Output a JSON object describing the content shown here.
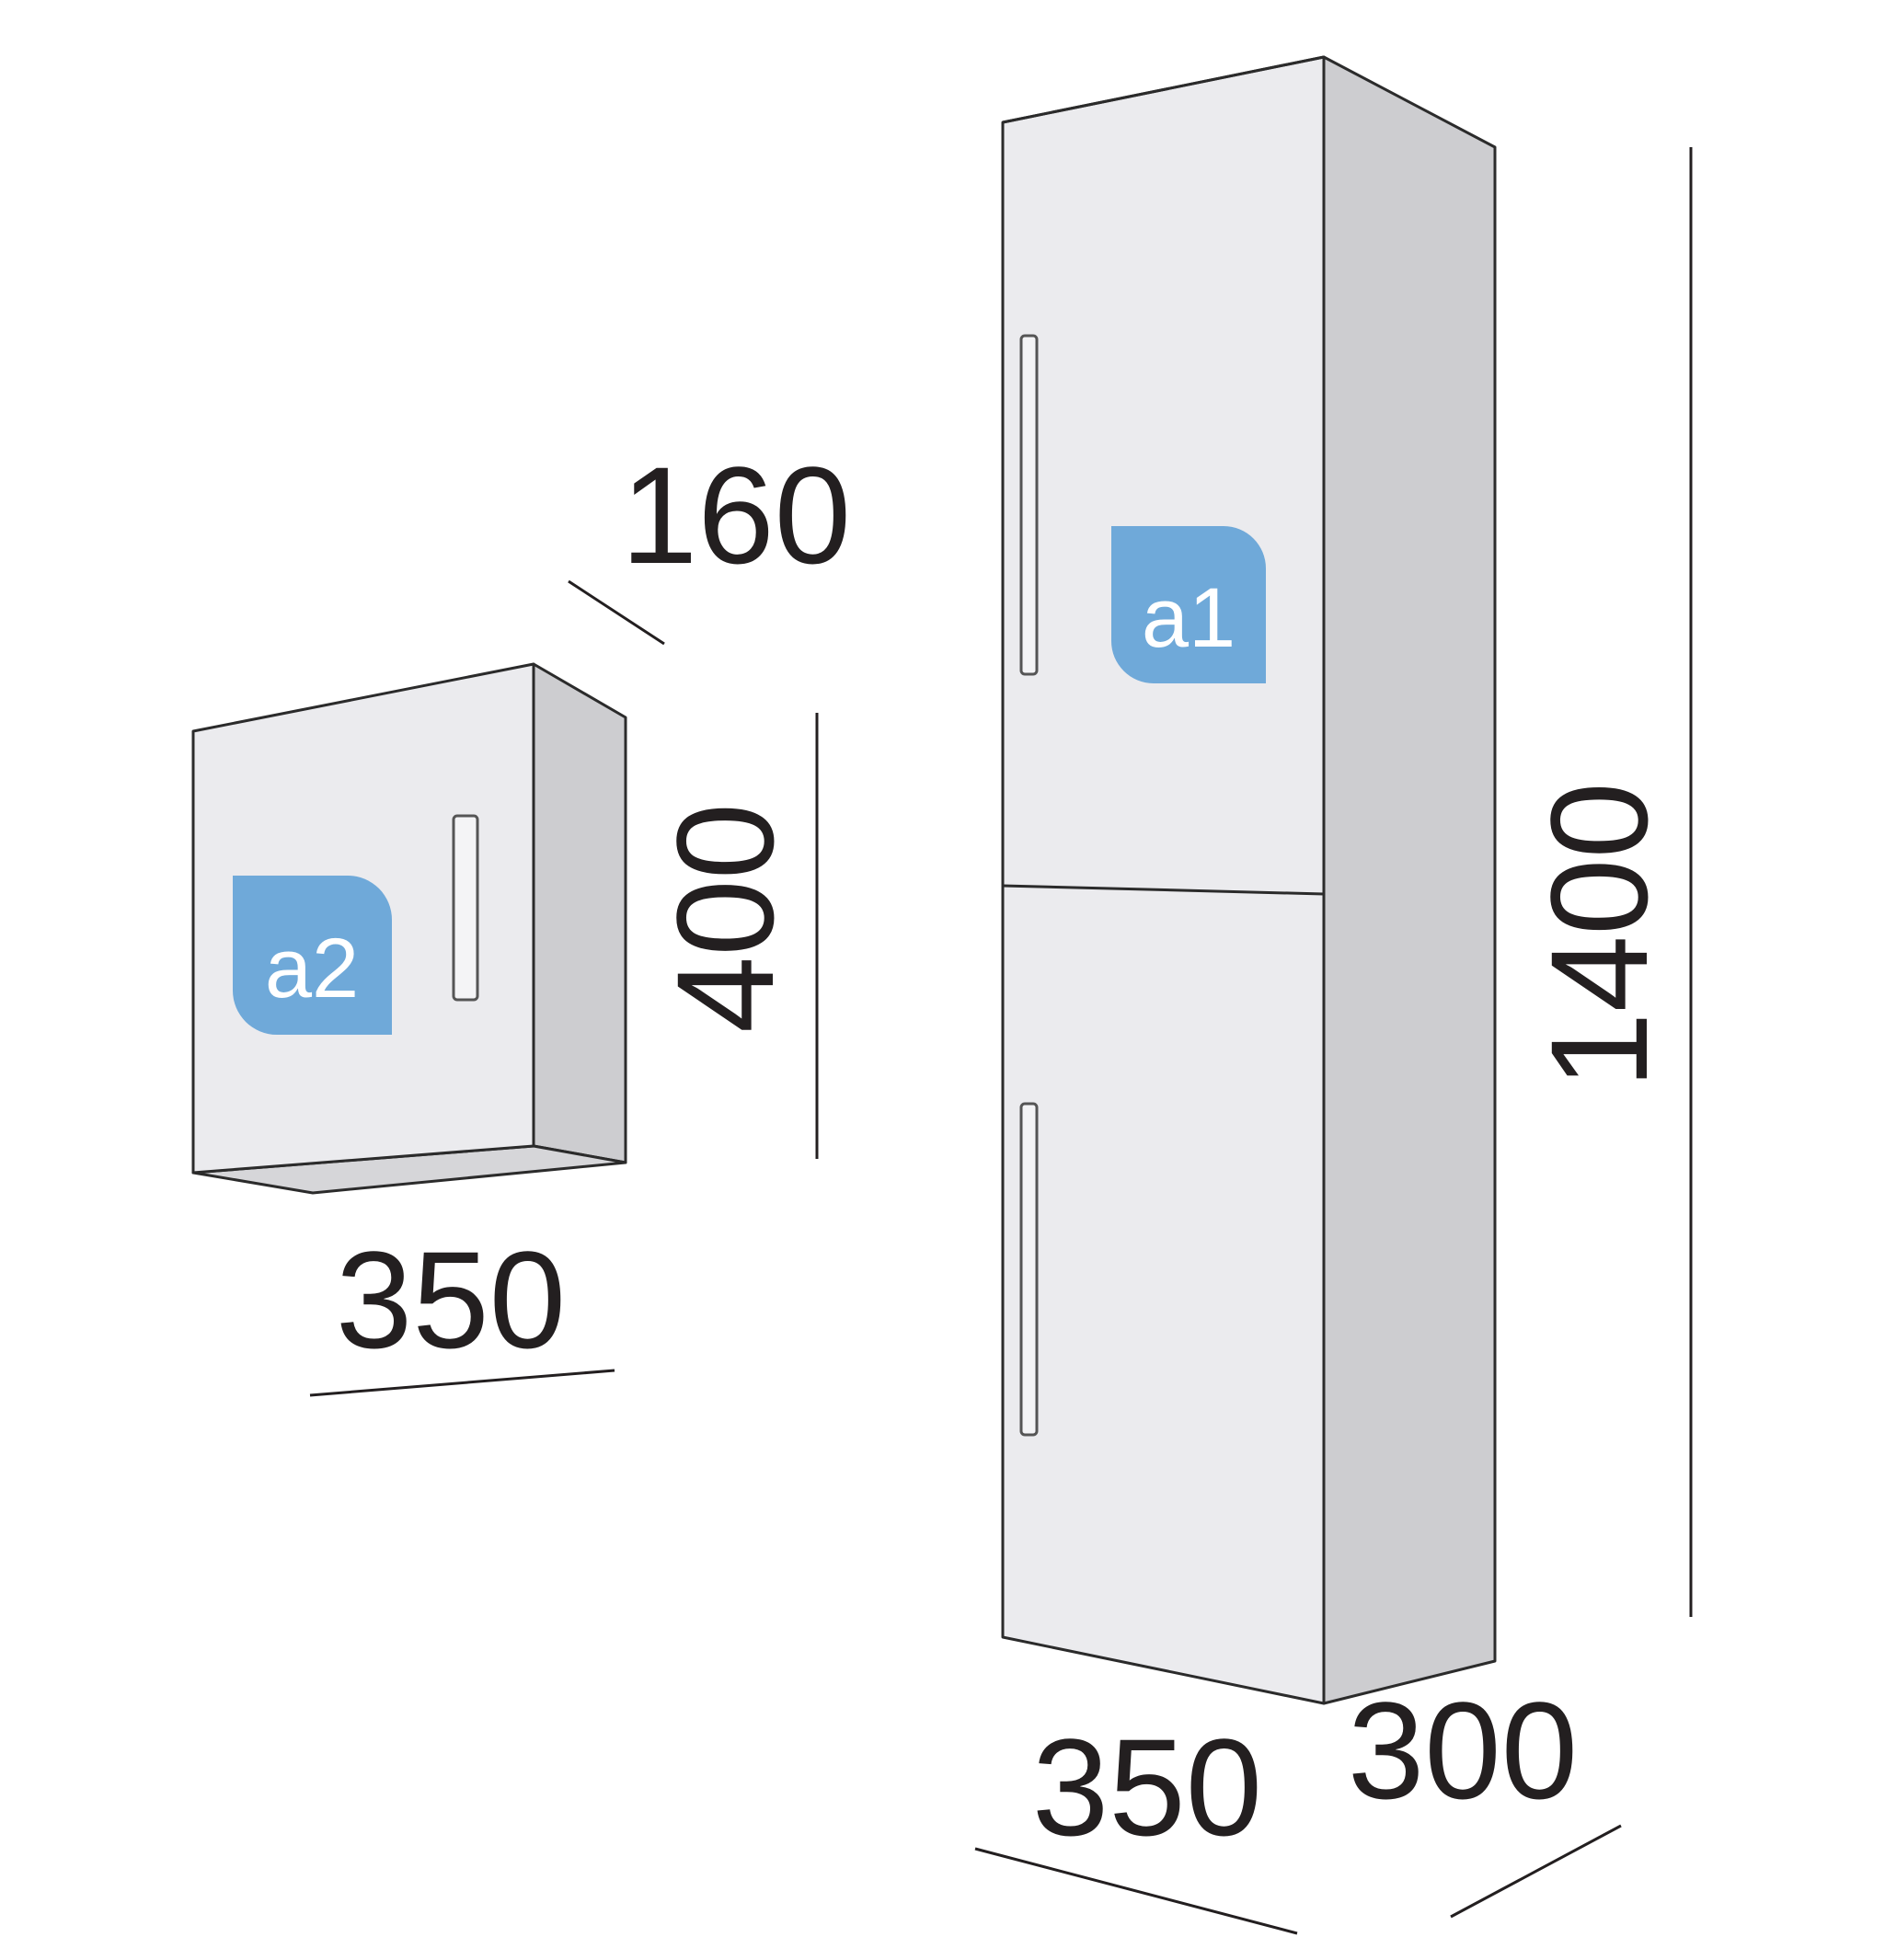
{
  "colors": {
    "badge": "#6fa9d9",
    "front_panel": "#ebebee",
    "side_panel": "#cdcdd0",
    "line": "#231f20"
  },
  "cabinet_a2": {
    "label": "a2",
    "depth": "160",
    "height": "400",
    "width": "350"
  },
  "cabinet_a1": {
    "label": "a1",
    "height": "1400",
    "width": "350",
    "depth": "300"
  }
}
